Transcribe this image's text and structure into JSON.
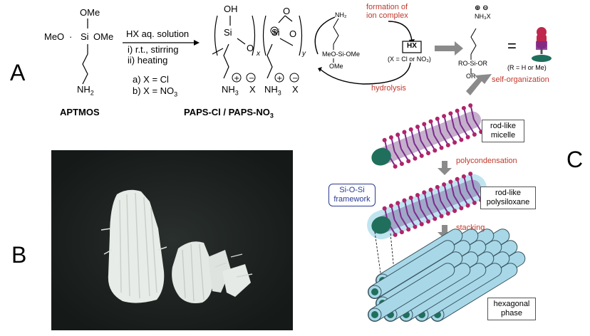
{
  "panel_labels": {
    "a": "A",
    "b": "B",
    "c": "C"
  },
  "scheme_a": {
    "reagent_ome_top": "OMe",
    "reagent_left": "MeO",
    "reagent_si": "Si",
    "reagent_ome_right": "OMe",
    "reagent_nh2": "NH",
    "reagent_nh2_sub": "2",
    "reagent_name": "APTMOS",
    "condition_1": "HX aq. solution",
    "condition_2": "i) r.t., stirring",
    "condition_3": "ii) heating",
    "option_a": "a) X = Cl",
    "option_b": "b) X = NO",
    "option_b_sub": "3",
    "product_oh": "OH",
    "product_si1": "Si",
    "product_o": "O",
    "product_x": "x",
    "product_si2": "Si",
    "product_y": "y",
    "product_nh3_1": "NH",
    "product_nh3_1_sub": "3",
    "product_x1": "X",
    "product_nh3_2": "NH",
    "product_nh3_2_sub": "3",
    "product_x2": "X",
    "product_name_1": "PAPS-Cl / PAPS-NO",
    "product_name_1_sub": "3"
  },
  "scheme_c": {
    "nh2_label": "NH₂",
    "meo_si_ome": "MeO-Si-OMe",
    "ome_bottom": "OMe",
    "formation_label": "formation of\nion complex",
    "hx_label": "HX",
    "hx_note": "(X = Cl or NO₃)",
    "hydrolysis_label": "hydrolysis",
    "charges": "⊕ ⊖",
    "nh3x_label": "NH₃X",
    "ro_si_or": "RO-Si-OR",
    "or_bottom": "OR",
    "r_note": "(R = H or Me)",
    "equals": "=",
    "self_org_label": "self-organization",
    "rod_micelle_label": "rod-like\nmicelle",
    "polycondensation_label": "polycondensation",
    "framework_label": "Si-O-Si\nframework",
    "rod_polysiloxane_label": "rod-like\npolysiloxane",
    "stacking_label": "stacking",
    "hexagonal_label": "hexagonal\nphase"
  },
  "colors": {
    "red_text": "#c0392b",
    "framework_text": "#2b3a8f",
    "rod_body": "#a8d8e8",
    "rod_end": "#1f6f5c",
    "micelle_head": "#b0246a",
    "micelle_tail": "#7b2a8c",
    "arrow_gray": "#8a8a8a",
    "photo_bg": "#1c2120"
  }
}
